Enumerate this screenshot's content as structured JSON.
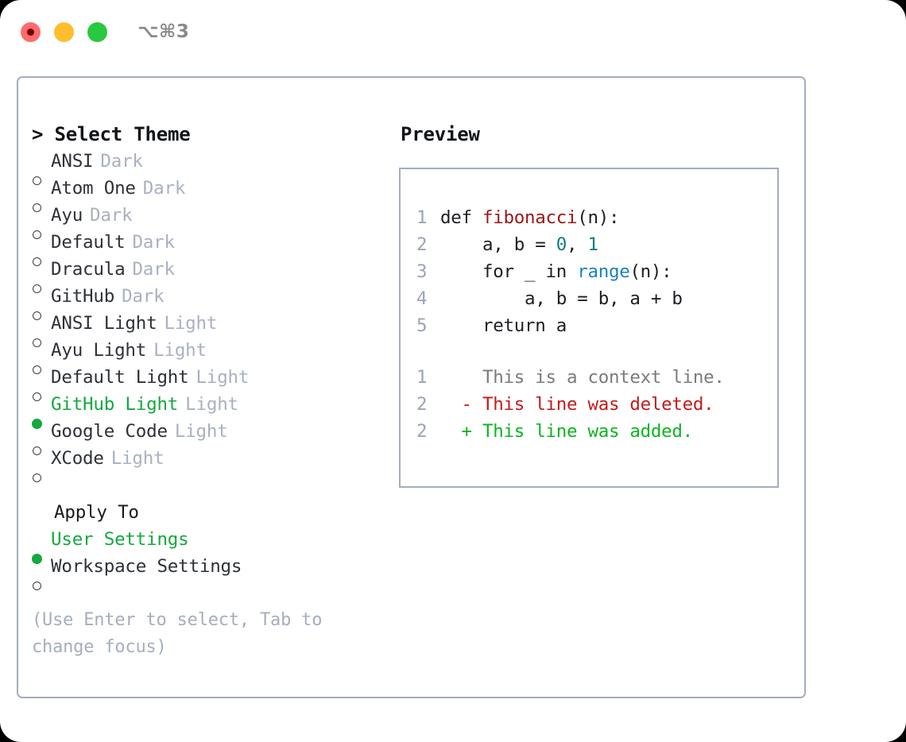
{
  "window": {
    "shortcut": "⌥⌘3",
    "traffic_lights": [
      "close-red",
      "minimize-yellow",
      "maximize-green"
    ]
  },
  "theme_selector": {
    "title": "> Select Theme",
    "items": [
      {
        "label": "ANSI",
        "tag": "Dark",
        "selected": false
      },
      {
        "label": "Atom One",
        "tag": "Dark",
        "selected": false
      },
      {
        "label": "Ayu",
        "tag": "Dark",
        "selected": false
      },
      {
        "label": "Default",
        "tag": "Dark",
        "selected": false
      },
      {
        "label": "Dracula",
        "tag": "Dark",
        "selected": false
      },
      {
        "label": "GitHub",
        "tag": "Dark",
        "selected": false
      },
      {
        "label": "ANSI Light",
        "tag": "Light",
        "selected": false
      },
      {
        "label": "Ayu Light",
        "tag": "Light",
        "selected": false
      },
      {
        "label": "Default Light",
        "tag": "Light",
        "selected": false
      },
      {
        "label": "GitHub Light",
        "tag": "Light",
        "selected": true
      },
      {
        "label": "Google Code",
        "tag": "Light",
        "selected": false
      },
      {
        "label": "XCode",
        "tag": "Light",
        "selected": false
      }
    ]
  },
  "apply_to": {
    "title": "Apply To",
    "options": [
      {
        "label": "User Settings",
        "selected": true
      },
      {
        "label": "Workspace Settings",
        "selected": false
      }
    ]
  },
  "hint": "(Use Enter to select, Tab to change focus)",
  "preview": {
    "title": "Preview",
    "code_lines": [
      {
        "no": "1",
        "tokens": [
          {
            "t": "def ",
            "c": "plain"
          },
          {
            "t": "fibonacci",
            "c": "fn"
          },
          {
            "t": "(n):",
            "c": "plain"
          }
        ]
      },
      {
        "no": "2",
        "tokens": [
          {
            "t": "    a, b = ",
            "c": "plain"
          },
          {
            "t": "0",
            "c": "num"
          },
          {
            "t": ", ",
            "c": "plain"
          },
          {
            "t": "1",
            "c": "num"
          }
        ]
      },
      {
        "no": "3",
        "tokens": [
          {
            "t": "    for _ in ",
            "c": "plain"
          },
          {
            "t": "range",
            "c": "call"
          },
          {
            "t": "(n):",
            "c": "plain"
          }
        ]
      },
      {
        "no": "4",
        "tokens": [
          {
            "t": "        a, b = b, a + b",
            "c": "plain"
          }
        ]
      },
      {
        "no": "5",
        "tokens": [
          {
            "t": "    return a",
            "c": "plain"
          }
        ]
      }
    ],
    "diff_lines": [
      {
        "no": "1",
        "marker": "  ",
        "text": "This is a context line.",
        "kind": "ctx"
      },
      {
        "no": "2",
        "marker": "- ",
        "text": "This line was deleted.",
        "kind": "del"
      },
      {
        "no": "2",
        "marker": "+ ",
        "text": "This line was added.",
        "kind": "add"
      }
    ]
  },
  "colors": {
    "accent_green": "#14a83e",
    "muted": "#a9b1c0",
    "border": "#a3adc0",
    "diff_add": "#0bb520",
    "diff_del": "#c41a1a",
    "syntax_fn": "#9c1717",
    "syntax_num": "#107d7d",
    "syntax_call": "#1b82be"
  }
}
